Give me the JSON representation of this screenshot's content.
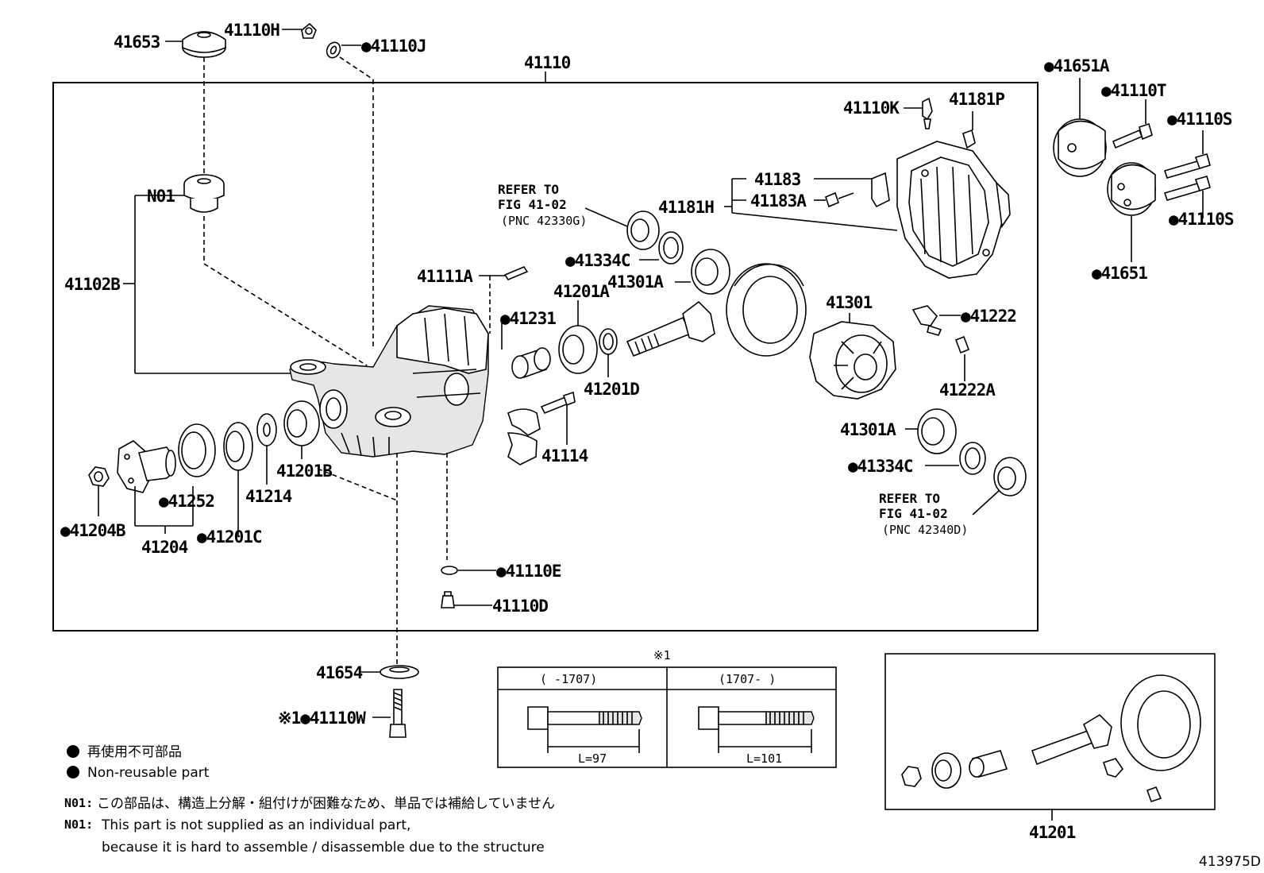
{
  "labels": {
    "p41653": "41653",
    "p41110H": "41110H",
    "p41110J": "●41110J",
    "p41110": "41110",
    "p41651A": "●41651A",
    "p41110T": "●41110T",
    "p41110S_a": "●41110S",
    "p41110S_b": "●41110S",
    "p41651": "●41651",
    "p41110K": "41110K",
    "p41181P": "41181P",
    "p41183": "41183",
    "p41181H": "41181H",
    "p41183A": "41183A",
    "p41334C_a": "●41334C",
    "p41301A_a": "41301A",
    "p41111A": "41111A",
    "p41201A": "41201A",
    "p41231": "●41231",
    "p41301": "41301",
    "p41222": "●41222",
    "p41222A": "41222A",
    "p41201D": "41201D",
    "pN01": "N01",
    "p41102B": "41102B",
    "p41114": "41114",
    "p41301A_b": "41301A",
    "p41334C_b": "●41334C",
    "p41252": "●41252",
    "p41214": "41214",
    "p41201B": "41201B",
    "p41204B": "●41204B",
    "p41204": "41204",
    "p41201C": "●41201C",
    "p41110E": "●41110E",
    "p41110D": "41110D",
    "p41654": "41654",
    "p41110W": "※1●41110W",
    "p41201": "41201"
  },
  "refer_top": {
    "line1": "REFER TO",
    "line2": "FIG 41-02",
    "line3": "(PNC 42330G)"
  },
  "refer_bottom": {
    "line1": "REFER TO",
    "line2": "FIG 41-02",
    "line3": "(PNC 42340D)"
  },
  "bolt_table": {
    "mark": "※1",
    "col1_header": "(    -1707)",
    "col2_header": "(1707-    )",
    "col1_length": "L=97",
    "col2_length": "L=101"
  },
  "legend": {
    "jp": "再使用不可部品",
    "en": "Non-reusable part"
  },
  "notes": {
    "prefix": "N01:",
    "jp": "この部品は、構造上分解・組付けが困難なため、単品では補給していません",
    "en_line1": "This part is not supplied as an individual part,",
    "en_line2": "because it is hard to assemble / disassemble due to the structure"
  },
  "figure_id": "413975D"
}
